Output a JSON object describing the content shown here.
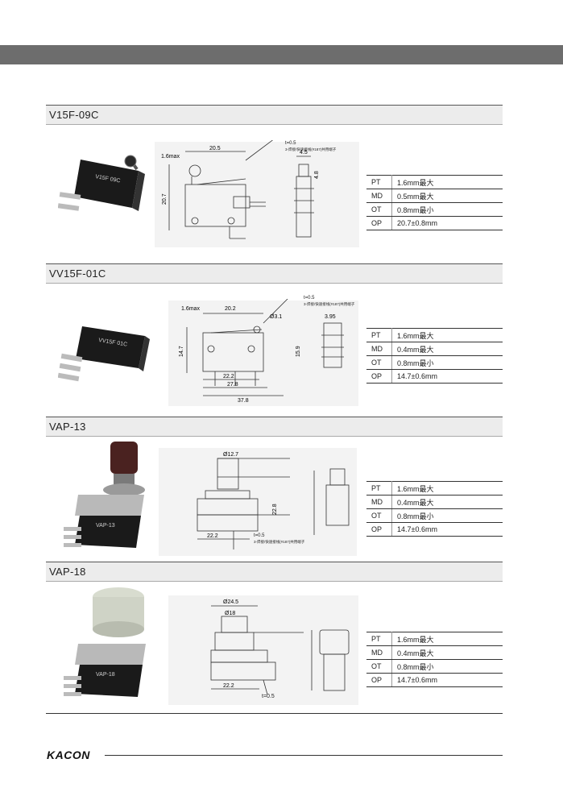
{
  "brand": "KACON",
  "sections": [
    {
      "model": "V15F-09C",
      "photo_label": "V15F 09C",
      "dims": {
        "d1": "1.6max",
        "d2": "20.5",
        "d3": "20.7",
        "d4": "4.5",
        "d5": "4.8"
      },
      "note_t": "t=0.5",
      "note_terminal": "3-焊接/快速接线(#187)共用端子",
      "specs": [
        {
          "key": "PT",
          "value": "1.6mm最大"
        },
        {
          "key": "MD",
          "value": "0.5mm最大"
        },
        {
          "key": "OT",
          "value": "0.8mm最小"
        },
        {
          "key": "OP",
          "value": "20.7±0.8mm"
        }
      ]
    },
    {
      "model": "VV15F-01C",
      "photo_label": "VV15F 01C",
      "dims": {
        "d1": "1.6max",
        "d2": "20.2",
        "d3": "Ø3.1",
        "d4": "3.95",
        "d5": "22.2",
        "d6": "27.8",
        "d7": "37.8",
        "d8": "14.7",
        "d9": "15.9"
      },
      "note_t": "t=0.5",
      "note_terminal": "3-焊接/快速接线(#187)共用端子",
      "specs": [
        {
          "key": "PT",
          "value": "1.6mm最大"
        },
        {
          "key": "MD",
          "value": "0.4mm最大"
        },
        {
          "key": "OT",
          "value": "0.8mm最小"
        },
        {
          "key": "OP",
          "value": "14.7±0.6mm"
        }
      ]
    },
    {
      "model": "VAP-13",
      "photo_label": "VAP-13",
      "dims": {
        "d1": "Ø12.7",
        "d2": "22.2",
        "d3": "22.8"
      },
      "note_t": "t=0.5",
      "note_terminal": "3-焊接/快速接线(#187)共用端子",
      "specs": [
        {
          "key": "PT",
          "value": "1.6mm最大"
        },
        {
          "key": "MD",
          "value": "0.4mm最大"
        },
        {
          "key": "OT",
          "value": "0.8mm最小"
        },
        {
          "key": "OP",
          "value": "14.7±0.6mm"
        }
      ]
    },
    {
      "model": "VAP-18",
      "photo_label": "VAP-18",
      "dims": {
        "d1": "Ø24.5",
        "d2": "Ø18",
        "d3": "22.2"
      },
      "note_t": "t=0.5",
      "specs": [
        {
          "key": "PT",
          "value": "1.6mm最大"
        },
        {
          "key": "MD",
          "value": "0.4mm最大"
        },
        {
          "key": "OT",
          "value": "0.8mm最小"
        },
        {
          "key": "OP",
          "value": "14.7±0.6mm"
        }
      ]
    }
  ]
}
